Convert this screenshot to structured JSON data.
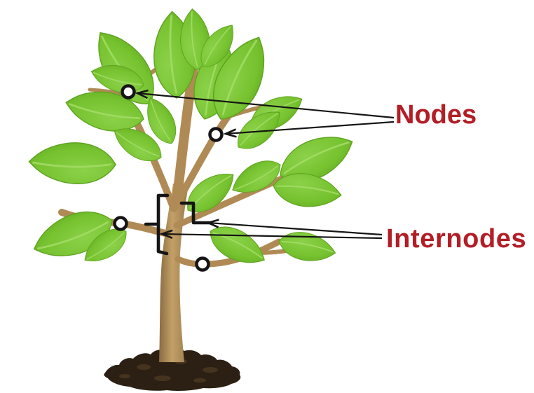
{
  "labels": {
    "nodes": "Nodes",
    "internodes": "Internodes"
  },
  "annotation": {
    "node_marker_count": 4,
    "nodes_arrow_count": 2,
    "internodes_arrow_count": 2
  },
  "colors": {
    "background": "#ffffff",
    "label-red": "#b31e26",
    "line-black": "#151515",
    "leaf-green": "#76c22f",
    "leaf-green-light": "#8bd149",
    "leaf-green-dark": "#5ea31f",
    "leaf-vein": "#a3dc66",
    "branch-brown": "#b08a55",
    "trunk-light": "#c2a067",
    "trunk-dark": "#8a6b41",
    "soil-dark": "#2b2013",
    "soil-light": "#46331e",
    "marker-fill": "#ffffff"
  }
}
